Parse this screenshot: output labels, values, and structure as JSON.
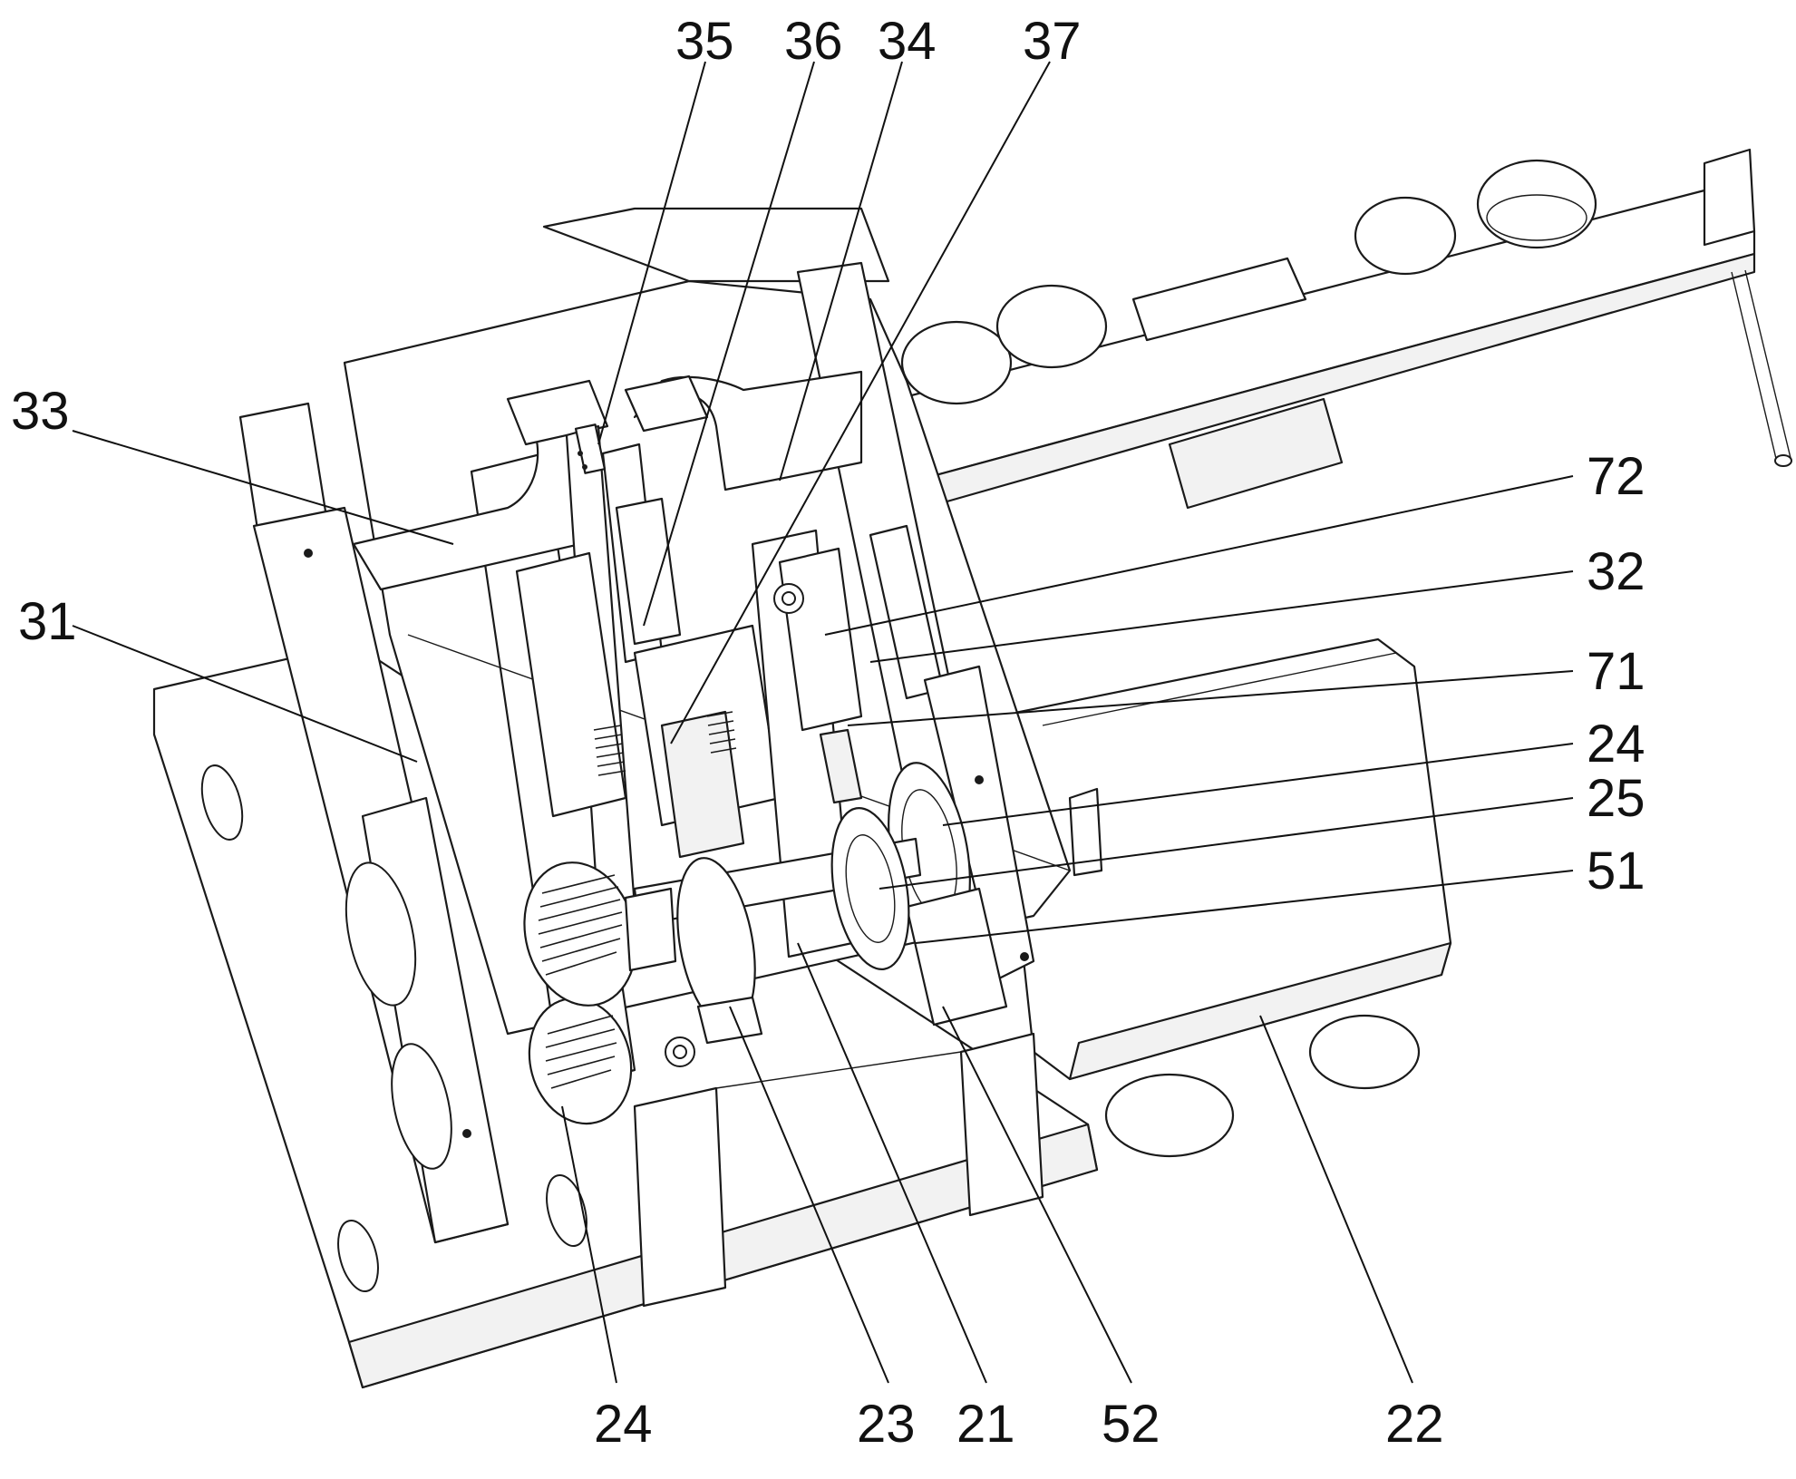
{
  "reference_numerals": [
    {
      "id": "n35",
      "text": "35"
    },
    {
      "id": "n36",
      "text": "36"
    },
    {
      "id": "n34",
      "text": "34"
    },
    {
      "id": "n37",
      "text": "37"
    },
    {
      "id": "n33",
      "text": "33"
    },
    {
      "id": "n72",
      "text": "72"
    },
    {
      "id": "n32",
      "text": "32"
    },
    {
      "id": "n31",
      "text": "31"
    },
    {
      "id": "n71",
      "text": "71"
    },
    {
      "id": "n24a",
      "text": "24"
    },
    {
      "id": "n25",
      "text": "25"
    },
    {
      "id": "n51",
      "text": "51"
    },
    {
      "id": "n24b",
      "text": "24"
    },
    {
      "id": "n23",
      "text": "23"
    },
    {
      "id": "n21",
      "text": "21"
    },
    {
      "id": "n52",
      "text": "52"
    },
    {
      "id": "n22",
      "text": "22"
    }
  ]
}
